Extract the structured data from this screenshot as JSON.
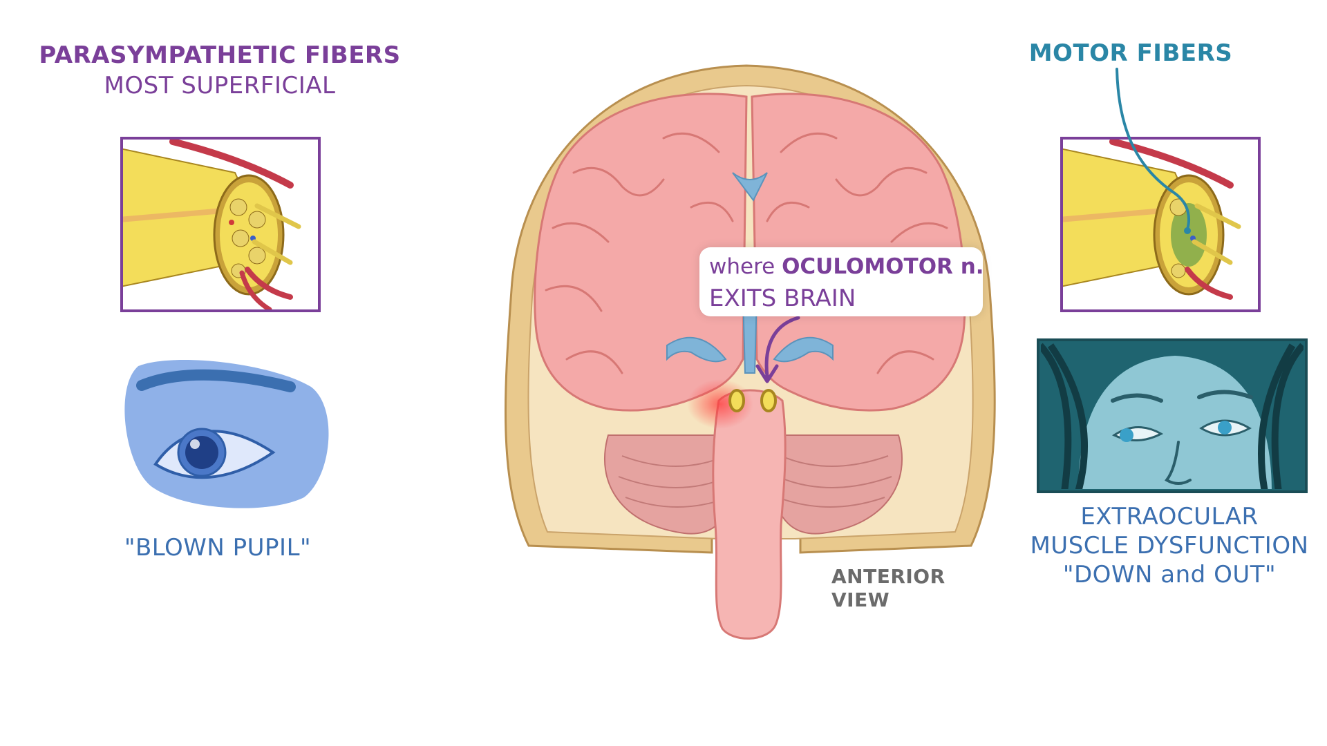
{
  "left": {
    "title": "PARASYMPATHETIC FIBERS",
    "subtitle": "MOST SUPERFICIAL",
    "eye_label": "\"BLOWN PUPIL\""
  },
  "right": {
    "title": "MOTOR FIBERS",
    "caption_line1": "EXTRAOCULAR",
    "caption_line2": "MUSCLE DYSFUNCTION",
    "caption_line3": "\"DOWN and OUT\""
  },
  "center": {
    "callout_prefix": "where",
    "callout_nerve": "OCULOMOTOR n.",
    "callout_line2": "EXITS BRAIN",
    "view_line1": "ANTERIOR",
    "view_line2": "VIEW"
  },
  "colors": {
    "purple": "#7a3f99",
    "teal": "#2a86a6",
    "blue": "#3b6fb0",
    "brain_pink": "#f4a9a8",
    "nerve_yellow": "#f3dd5a",
    "skull_tan": "#e9c98d"
  },
  "icons": {
    "nerve_left": "nerve-cross-section-icon",
    "nerve_right": "nerve-cross-section-icon",
    "eye": "dilated-eye-icon",
    "face": "face-down-and-out-icon",
    "arrow": "curved-arrow-icon"
  }
}
